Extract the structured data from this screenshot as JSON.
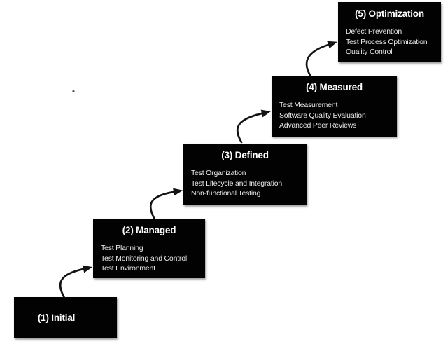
{
  "levels": [
    {
      "number": 1,
      "title": "(1) Initial",
      "items": []
    },
    {
      "number": 2,
      "title": "(2) Managed",
      "items": [
        "Test Planning",
        "Test Monitoring and Control",
        "Test Environment"
      ]
    },
    {
      "number": 3,
      "title": "(3) Defined",
      "items": [
        "Test Organization",
        "Test Lifecycle and Integration",
        "Non-functional Testing"
      ]
    },
    {
      "number": 4,
      "title": "(4) Measured",
      "items": [
        "Test Measurement",
        "Software Quality Evaluation",
        "Advanced Peer Reviews"
      ]
    },
    {
      "number": 5,
      "title": "(5) Optimization",
      "items": [
        "Defect Prevention",
        "Test Process Optimization",
        "Quality Control"
      ]
    }
  ],
  "arrows": [
    {
      "from": 1,
      "to": 2
    },
    {
      "from": 2,
      "to": 3
    },
    {
      "from": 3,
      "to": 4
    },
    {
      "from": 4,
      "to": 5
    }
  ],
  "colors": {
    "background": "#ffffff",
    "box_background": "#020202",
    "title_text": "#ffffff",
    "item_text": "#e9e9e9",
    "arrow": "#141414"
  }
}
